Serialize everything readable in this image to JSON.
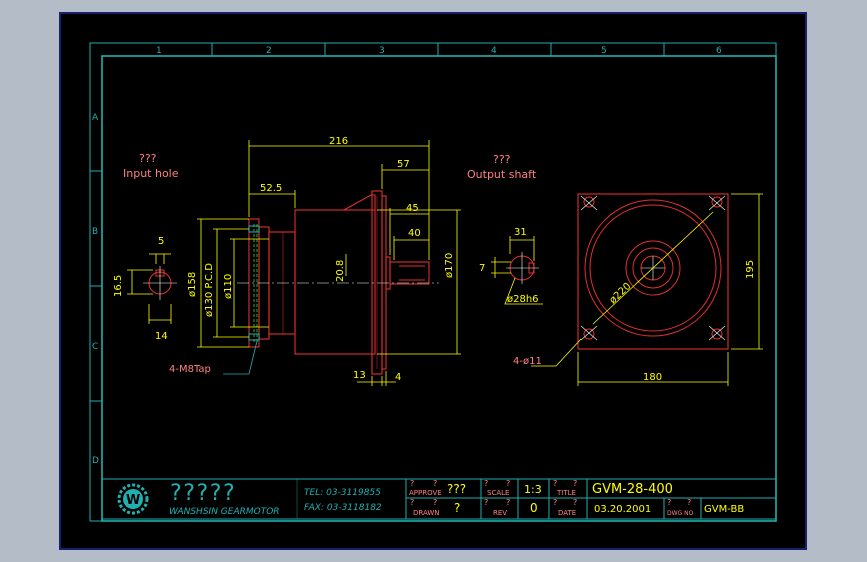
{
  "zones": {
    "columns": [
      "1",
      "2",
      "3",
      "4",
      "5",
      "6"
    ],
    "rows": [
      "A",
      "B",
      "C",
      "D"
    ]
  },
  "views": {
    "input_hole": {
      "title": "???",
      "subtitle": "Input hole",
      "dims": {
        "keyway": "5",
        "height": "16.5",
        "bore": "14"
      }
    },
    "side": {
      "dims": {
        "overall": "216",
        "flange_depth": "52.5",
        "shaft_len": "57",
        "shaft_45": "45",
        "shaft_40": "40",
        "pilot": "ø158",
        "pcd": "ø130 P.C.D",
        "inner": "ø110",
        "shaft_dia": "20.8",
        "body": "ø170",
        "thk13": "13",
        "thk4": "4",
        "tap": "4-M8Tap"
      }
    },
    "output_shaft": {
      "title": "???",
      "subtitle": "Output shaft",
      "dims": {
        "key_height": "31",
        "key_width": "7",
        "shaft": "ø28h6"
      }
    },
    "front": {
      "dims": {
        "bolt_circle": "ø220",
        "holes": "4-ø11",
        "width": "180",
        "height": "195"
      }
    }
  },
  "title_block": {
    "company_cjk": "?????",
    "company": "WANSHSIN GEARMOTOR",
    "tel": "TEL:  03-3119855",
    "fax": "FAX:  03-3118182",
    "approve_label": "APPROVE",
    "approve_value": "???",
    "scale_label": "SCALE",
    "scale_value": "1:3",
    "title_label": "TITLE",
    "title_value": "GVM-28-400",
    "drawn_label": "DRAWN",
    "drawn_value": "?",
    "rev_label": "REV",
    "rev_value": "0",
    "date_label": "DATE",
    "date_value": "03.20.2001",
    "dwg_label": "DWG NO",
    "dwg_value": "GVM-BB",
    "q": "?"
  },
  "colors": {
    "frame": "#20b0b0",
    "dimension": "#ffff00",
    "outline": "#e03030",
    "label": "#ff8080",
    "center": "#ffffff",
    "hidden": "#30c030"
  }
}
